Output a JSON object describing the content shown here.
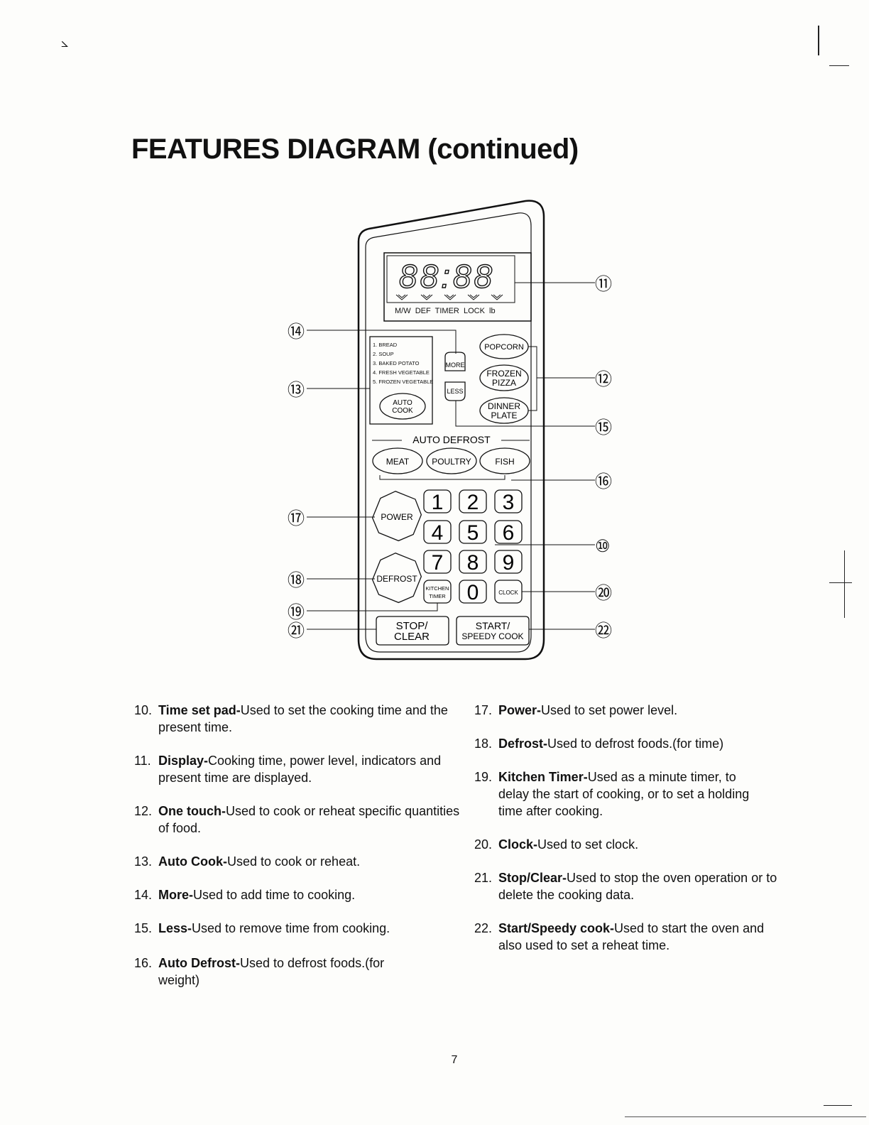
{
  "page": {
    "title": "FEATURES DIAGRAM (continued)",
    "page_number": "7"
  },
  "panel": {
    "display_digits": "88:88",
    "display_indicators": "M/W  DEF  TIMER  LOCK  lb",
    "auto_cook_menu": [
      "1. BREAD",
      "2. SOUP",
      "3. BAKED POTATO",
      "4. FRESH VEGETABLE",
      "5. FROZEN VEGETABLE"
    ],
    "buttons": {
      "auto_cook": [
        "AUTO",
        "COOK"
      ],
      "more": "MORE",
      "less": "LESS",
      "popcorn": "POPCORN",
      "frozen_pizza": [
        "FROZEN",
        "PIZZA"
      ],
      "dinner_plate": [
        "DINNER",
        "PLATE"
      ],
      "auto_defrost_label": "AUTO DEFROST",
      "meat": "MEAT",
      "poultry": "POULTRY",
      "fish": "FISH",
      "power": "POWER",
      "defrost": "DEFROST",
      "digits": [
        "1",
        "2",
        "3",
        "4",
        "5",
        "6",
        "7",
        "8",
        "9",
        "0"
      ],
      "kitchen_timer": [
        "KITCHEN",
        "TIMER"
      ],
      "clock": "CLOCK",
      "stop_clear": [
        "STOP/",
        "CLEAR"
      ],
      "start_speedy": [
        "START/",
        "SPEEDY COOK"
      ]
    }
  },
  "callouts": [
    "⑩",
    "⑪",
    "⑫",
    "⑬",
    "⑭",
    "⑮",
    "⑯",
    "⑰",
    "⑱",
    "⑲",
    "⑳",
    "㉑",
    "㉒"
  ],
  "descriptions": {
    "left": [
      {
        "num": "10.",
        "term": "Time set pad-",
        "text": "Used to set the cooking time and the present time."
      },
      {
        "num": "11.",
        "term": "Display-",
        "text": "Cooking time, power level, indicators and present time are displayed."
      },
      {
        "num": "12.",
        "term": "One touch-",
        "text": "Used to cook or reheat specific quantities of food."
      },
      {
        "num": "13.",
        "term": "Auto Cook-",
        "text": "Used to cook or reheat."
      },
      {
        "num": "14.",
        "term": "More-",
        "text": "Used to add time to cooking."
      },
      {
        "num": "15.",
        "term": "Less-",
        "text": "Used to remove time from cooking."
      },
      {
        "num": "16.",
        "term": "Auto Defrost-",
        "text": "Used to defrost foods.(for weight)"
      }
    ],
    "right": [
      {
        "num": "17.",
        "term": "Power-",
        "text": "Used to set power level."
      },
      {
        "num": "18.",
        "term": "Defrost-",
        "text": "Used to defrost foods.(for time)"
      },
      {
        "num": "19.",
        "term": "Kitchen Timer-",
        "text": "Used as a minute timer, to delay the start of cooking, or to set a holding time after cooking."
      },
      {
        "num": "20.",
        "term": "Clock-",
        "text": "Used to set clock."
      },
      {
        "num": "21.",
        "term": "Stop/Clear-",
        "text": "Used to stop the oven operation or to delete the cooking data."
      },
      {
        "num": "22.",
        "term": "Start/Speedy cook-",
        "text": "Used to start the oven and also used to set a reheat time."
      }
    ]
  }
}
